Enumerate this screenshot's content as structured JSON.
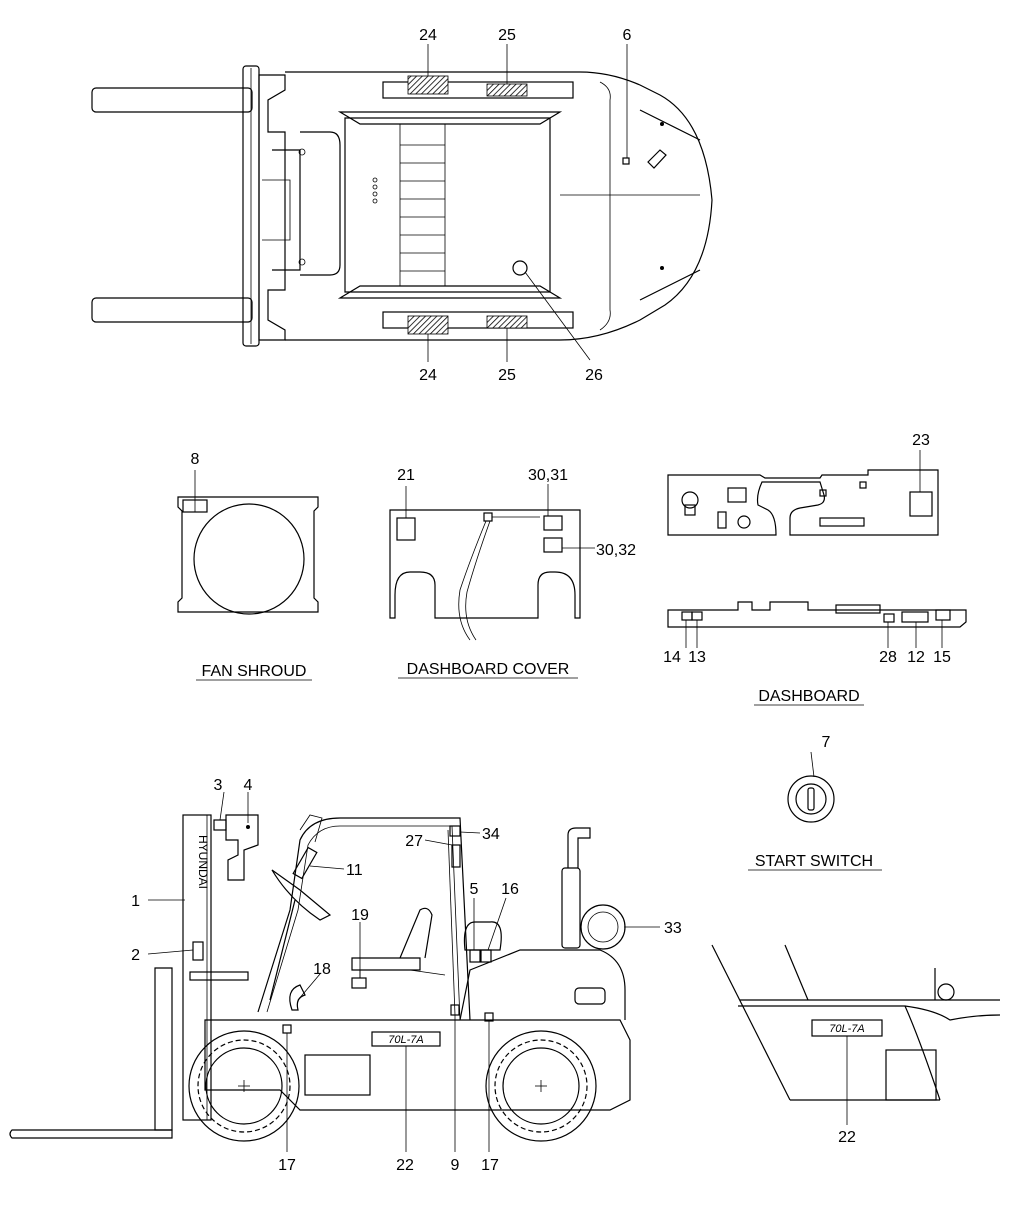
{
  "callouts": {
    "top": {
      "c24a": "24",
      "c25a": "25",
      "c6": "6",
      "c24b": "24",
      "c25b": "25",
      "c26": "26"
    },
    "fan": {
      "c8": "8"
    },
    "dashcover": {
      "c21": "21",
      "c3031": "30,31",
      "c3032": "30,32"
    },
    "dashboard": {
      "c23": "23",
      "c14": "14",
      "c13": "13",
      "c28": "28",
      "c12": "12",
      "c15": "15"
    },
    "start": {
      "c7": "7"
    },
    "side": {
      "c3": "3",
      "c4": "4",
      "c27": "27",
      "c34": "34",
      "c11": "11",
      "c1": "1",
      "c5": "5",
      "c16": "16",
      "c33": "33",
      "c19": "19",
      "c2": "2",
      "c18": "18",
      "c17a": "17",
      "c22a": "22",
      "c9": "9",
      "c17b": "17"
    },
    "detail": {
      "c22b": "22"
    }
  },
  "titles": {
    "fan_shroud": "FAN SHROUD",
    "dashboard_cover": "DASHBOARD COVER",
    "dashboard": "DASHBOARD",
    "start_switch": "START SWITCH"
  },
  "labels": {
    "mast_brand": "HYUNDAI",
    "model_decal": "70L-7A",
    "model_decal_detail": "70L-7A"
  }
}
